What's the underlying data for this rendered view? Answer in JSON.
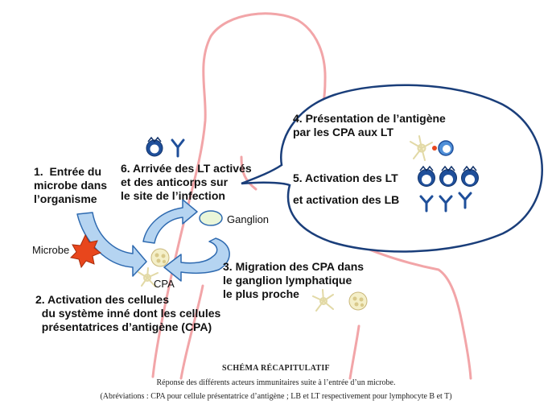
{
  "labels": {
    "step1": "1.  Entrée du\nmicrobe dans\nl’organisme",
    "microbe": "Microbe",
    "cpa": "CPA",
    "ganglion": "Ganglion",
    "step2": "2. Activation des cellules\n  du système inné dont les cellules\n  présentatrices d’antigène (CPA)",
    "step3": "3. Migration des CPA dans\nle ganglion lymphatique\nle plus proche",
    "step4": "4. Présentation de l’antigène\npar les CPA aux LT",
    "step5a": "5. Activation des LT",
    "step5b": "et activation des LB",
    "step6": "6. Arrivée des LT activés\net des anticorps sur\nle site de l’infection"
  },
  "caption": {
    "title": "SCHÉMA RÉCAPITULATIF",
    "line1": "Réponse des différents acteurs immunitaires suite à l’entrée d’un microbe.",
    "line2": "(Abréviations : CPA pour cellule présentatrice d’antigène ; LB et LT respectivement pour lymphocyte B et T)"
  },
  "colors": {
    "body_outline": "#f2a5a8",
    "arrow_fill": "#b5d4f1",
    "arrow_stroke": "#2e6ab0",
    "microbe": "#e8461c",
    "lymphocyte": "#1f4f9a",
    "ganglion": "#eaf6d9",
    "cpa": "#f4efc8"
  }
}
